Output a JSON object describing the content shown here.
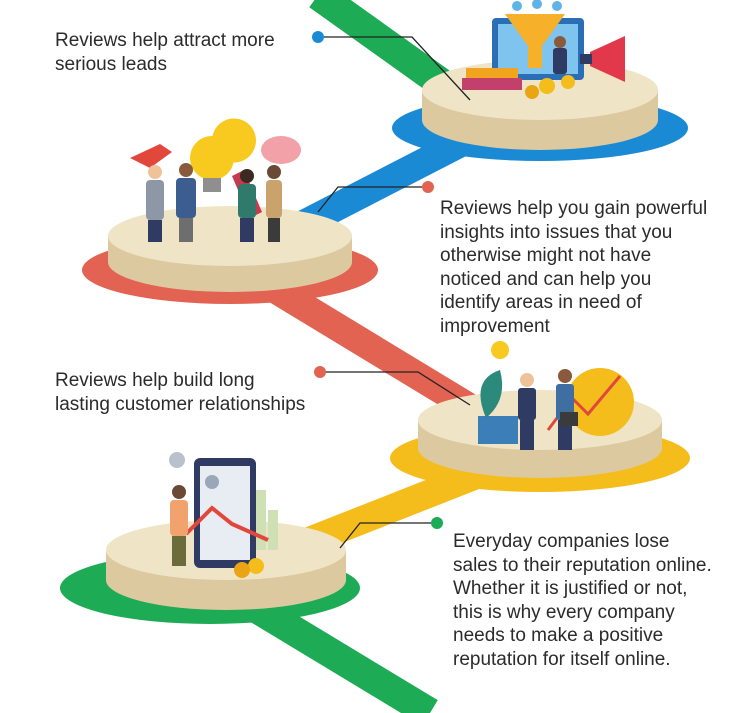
{
  "captions": [
    {
      "lines": [
        "Reviews help attract more",
        "serious leads"
      ]
    },
    {
      "lines": [
        "Reviews help you gain powerful",
        "insights into issues that you",
        "otherwise might not have",
        "noticed and can help you",
        "identify areas in need of",
        "improvement"
      ]
    },
    {
      "lines": [
        "Reviews help build long",
        "lasting customer relationships"
      ]
    },
    {
      "lines": [
        "Everyday companies lose",
        "sales to their reputation online.",
        "Whether it is justified or not,",
        "this is why every company",
        "needs to make a positive",
        "reputation for itself online."
      ]
    }
  ],
  "colors": {
    "green": "#1eab55",
    "blue": "#1a8ad5",
    "coral": "#e36352",
    "yellow": "#f4bd1c",
    "disc_top": "#efe5c6",
    "disc_side": "#dcc9a0",
    "text": "#2b2b2b",
    "leader": "#222222"
  },
  "illustrations": [
    "marketing-funnel-illustration",
    "ideas-team-illustration",
    "handshake-deal-illustration",
    "sales-decline-illustration"
  ]
}
